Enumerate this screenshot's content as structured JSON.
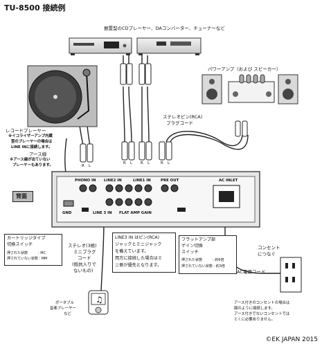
{
  "title": "TU-8500 接続例",
  "sources_label": "据置型のCDプレーヤー、DAコンバーター、チューナーなど",
  "power_amp_label": "パワーアンプ（および スピーカー）",
  "stereo_pin_plug": [
    "ステレオピン(RCA)",
    "プラグコード"
  ],
  "record_player": [
    "レコードプレーヤー",
    "※イコライザーアンプ内蔵",
    "型のプレーヤーの場合は",
    "LINE INに接続します。"
  ],
  "ground_wire": [
    "アース線",
    "※アース線が出ていない",
    "プレーヤーもあります。"
  ],
  "rear_panel": "背面",
  "panel_labels": {
    "phono_in": "PHONO IN",
    "line2_in": "LINE2 IN",
    "line1_in": "LINE1 IN",
    "pre_out": "PRE OUT",
    "ac_inlet": "AC INLET",
    "flat_amp_gain": "FLAT AMP GAIN",
    "line3_in": "LINE 3 IN",
    "gnd": "GND"
  },
  "channel_labels": {
    "r": "R",
    "l": "L"
  },
  "cartridge_switch": [
    "カートリッジタイプ",
    "切換スイッチ",
    "押された状態　　　: MC",
    "押されていない状態 : MM"
  ],
  "stereo_mini": [
    "ステレオ(3極)",
    "ミニプラグ",
    "コード",
    "(抵抗入りで",
    "ないもの)"
  ],
  "line3_note": [
    "LINE3 IN はピン(RCA)",
    "ジャックとミニジャック",
    "を備えています。",
    "両方に接続した場合はミ",
    "ニ側が優先となります。"
  ],
  "flat_amp_switch": [
    "フラットアンプ部",
    "ゲイン切換",
    "スイッチ",
    "押された状態　　　: 約6倍",
    "押されていない状態 : 約3倍"
  ],
  "outlet": [
    "コンセント",
    "につなぐ"
  ],
  "ac_cord": "AC電源コード",
  "ground_outlet_note": [
    "アース付きのコンセントの場合は",
    "図のように接続します。",
    "アース付きでないコンセントでは",
    "とくに必要ありません。"
  ],
  "portable": [
    "ポータブル",
    "音楽プレーヤー",
    "など"
  ],
  "copyright": "©EK JAPAN 2015",
  "icons": [
    "turntable-icon",
    "cd-player-icon",
    "da-converter-icon",
    "speaker-icon",
    "power-amp-icon",
    "music-note-icon",
    "wall-outlet-icon"
  ]
}
